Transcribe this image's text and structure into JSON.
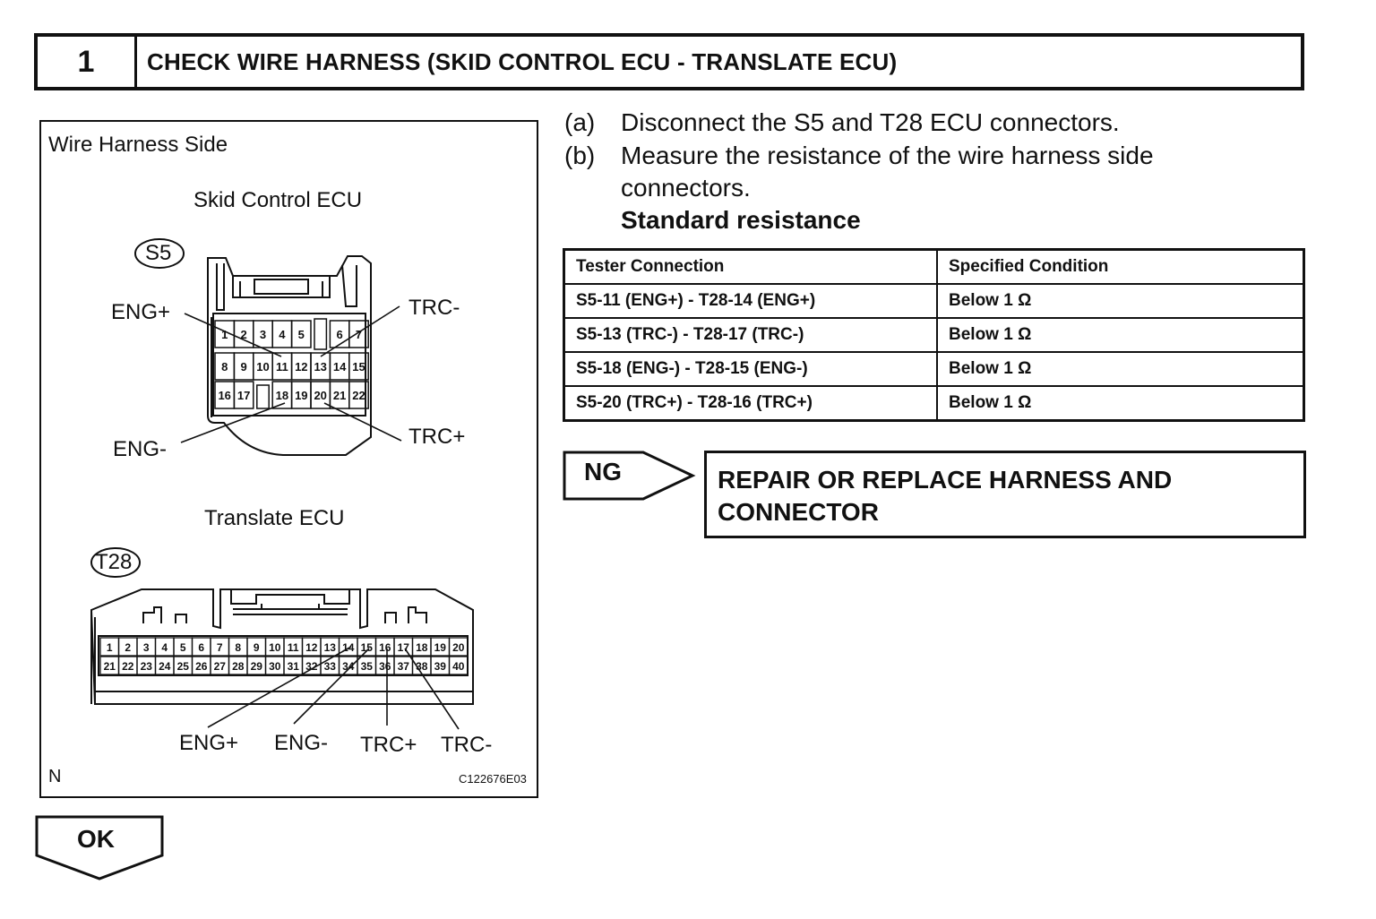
{
  "header": {
    "step_number": "1",
    "title": "CHECK WIRE HARNESS (SKID CONTROL ECU - TRANSLATE ECU)"
  },
  "figure": {
    "side_label": "Wire Harness Side",
    "skid_title": "Skid Control ECU",
    "skid_connector_id": "S5",
    "skid_pins_row1": [
      "1",
      "2",
      "3",
      "4",
      "5",
      "6",
      "7"
    ],
    "skid_pins_row2": [
      "8",
      "9",
      "10",
      "11",
      "12",
      "13",
      "14",
      "15"
    ],
    "skid_pins_row3": [
      "16",
      "17",
      "18",
      "19",
      "20",
      "21",
      "22"
    ],
    "skid_labels": {
      "eng_plus": "ENG+",
      "trc_minus": "TRC-",
      "eng_minus": "ENG-",
      "trc_plus": "TRC+"
    },
    "translate_title": "Translate ECU",
    "translate_connector_id": "T28",
    "translate_pins_row1": [
      "1",
      "2",
      "3",
      "4",
      "5",
      "6",
      "7",
      "8",
      "9",
      "10",
      "11",
      "12",
      "13",
      "14",
      "15",
      "16",
      "17",
      "18",
      "19",
      "20"
    ],
    "translate_pins_row2": [
      "21",
      "22",
      "23",
      "24",
      "25",
      "26",
      "27",
      "28",
      "29",
      "30",
      "31",
      "32",
      "33",
      "34",
      "35",
      "36",
      "37",
      "38",
      "39",
      "40"
    ],
    "translate_labels": {
      "eng_plus": "ENG+",
      "eng_minus": "ENG-",
      "trc_plus": "TRC+",
      "trc_minus": "TRC-"
    },
    "corner_mark": "N",
    "illustration_code": "C122676E03"
  },
  "steps": {
    "a_marker": "(a)",
    "a_text": "Disconnect the S5 and T28 ECU connectors.",
    "b_marker": "(b)",
    "b_text_line1": "Measure the resistance of the wire harness side",
    "b_text_line2": "connectors.",
    "standard_label": "Standard resistance"
  },
  "table": {
    "headers": [
      "Tester Connection",
      "Specified Condition"
    ],
    "rows": [
      [
        "S5-11 (ENG+) - T28-14 (ENG+)",
        "Below 1 Ω"
      ],
      [
        "S5-13 (TRC-) - T28-17 (TRC-)",
        "Below 1 Ω"
      ],
      [
        "S5-18 (ENG-) - T28-15 (ENG-)",
        "Below 1 Ω"
      ],
      [
        "S5-20 (TRC+) - T28-16 (TRC+)",
        "Below 1 Ω"
      ]
    ]
  },
  "ng": {
    "label": "NG",
    "result_line1": "REPAIR OR REPLACE HARNESS AND",
    "result_line2": "CONNECTOR"
  },
  "ok": {
    "label": "OK"
  }
}
